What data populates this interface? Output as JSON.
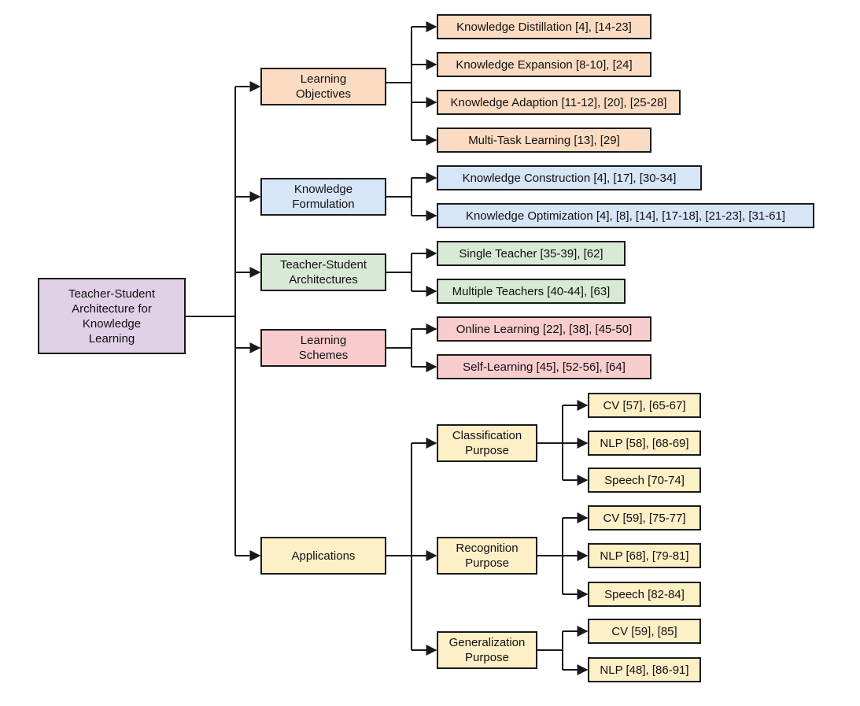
{
  "root": "Teacher-Student\nArchitecture for\nKnowledge\nLearning",
  "categories": {
    "objectives": {
      "label": "Learning\nObjectives",
      "items": [
        "Knowledge Distillation [4], [14-23]",
        "Knowledge Expansion [8-10], [24]",
        "Knowledge Adaption [11-12], [20], [25-28]",
        "Multi-Task Learning [13], [29]"
      ]
    },
    "formulation": {
      "label": "Knowledge\nFormulation",
      "items": [
        "Knowledge Construction [4], [17], [30-34]",
        "Knowledge Optimization [4], [8], [14], [17-18], [21-23], [31-61]"
      ]
    },
    "architectures": {
      "label": "Teacher-Student\nArchitectures",
      "items": [
        "Single Teacher [35-39], [62]",
        "Multiple Teachers [40-44], [63]"
      ]
    },
    "schemes": {
      "label": "Learning\nSchemes",
      "items": [
        "Online Learning [22], [38], [45-50]",
        "Self-Learning [45], [52-56], [64]"
      ]
    },
    "applications": {
      "label": "Applications",
      "classification": {
        "label": "Classification\nPurpose",
        "items": [
          "CV [57], [65-67]",
          "NLP [58], [68-69]",
          "Speech [70-74]"
        ]
      },
      "recognition": {
        "label": "Recognition\nPurpose",
        "items": [
          "CV [59], [75-77]",
          "NLP [68], [79-81]",
          "Speech [82-84]"
        ]
      },
      "generalization": {
        "label": "Generalization\nPurpose",
        "items": [
          "CV [59], [85]",
          "NLP [48], [86-91]"
        ]
      }
    }
  },
  "colors": {
    "root": "#e0d1e6",
    "objectives": "#fbdcc2",
    "formulation": "#d6e5f7",
    "architectures": "#d8e9d5",
    "schemes": "#f9cdcd",
    "applications": "#fdefc6",
    "border": "#1a1a1a"
  }
}
